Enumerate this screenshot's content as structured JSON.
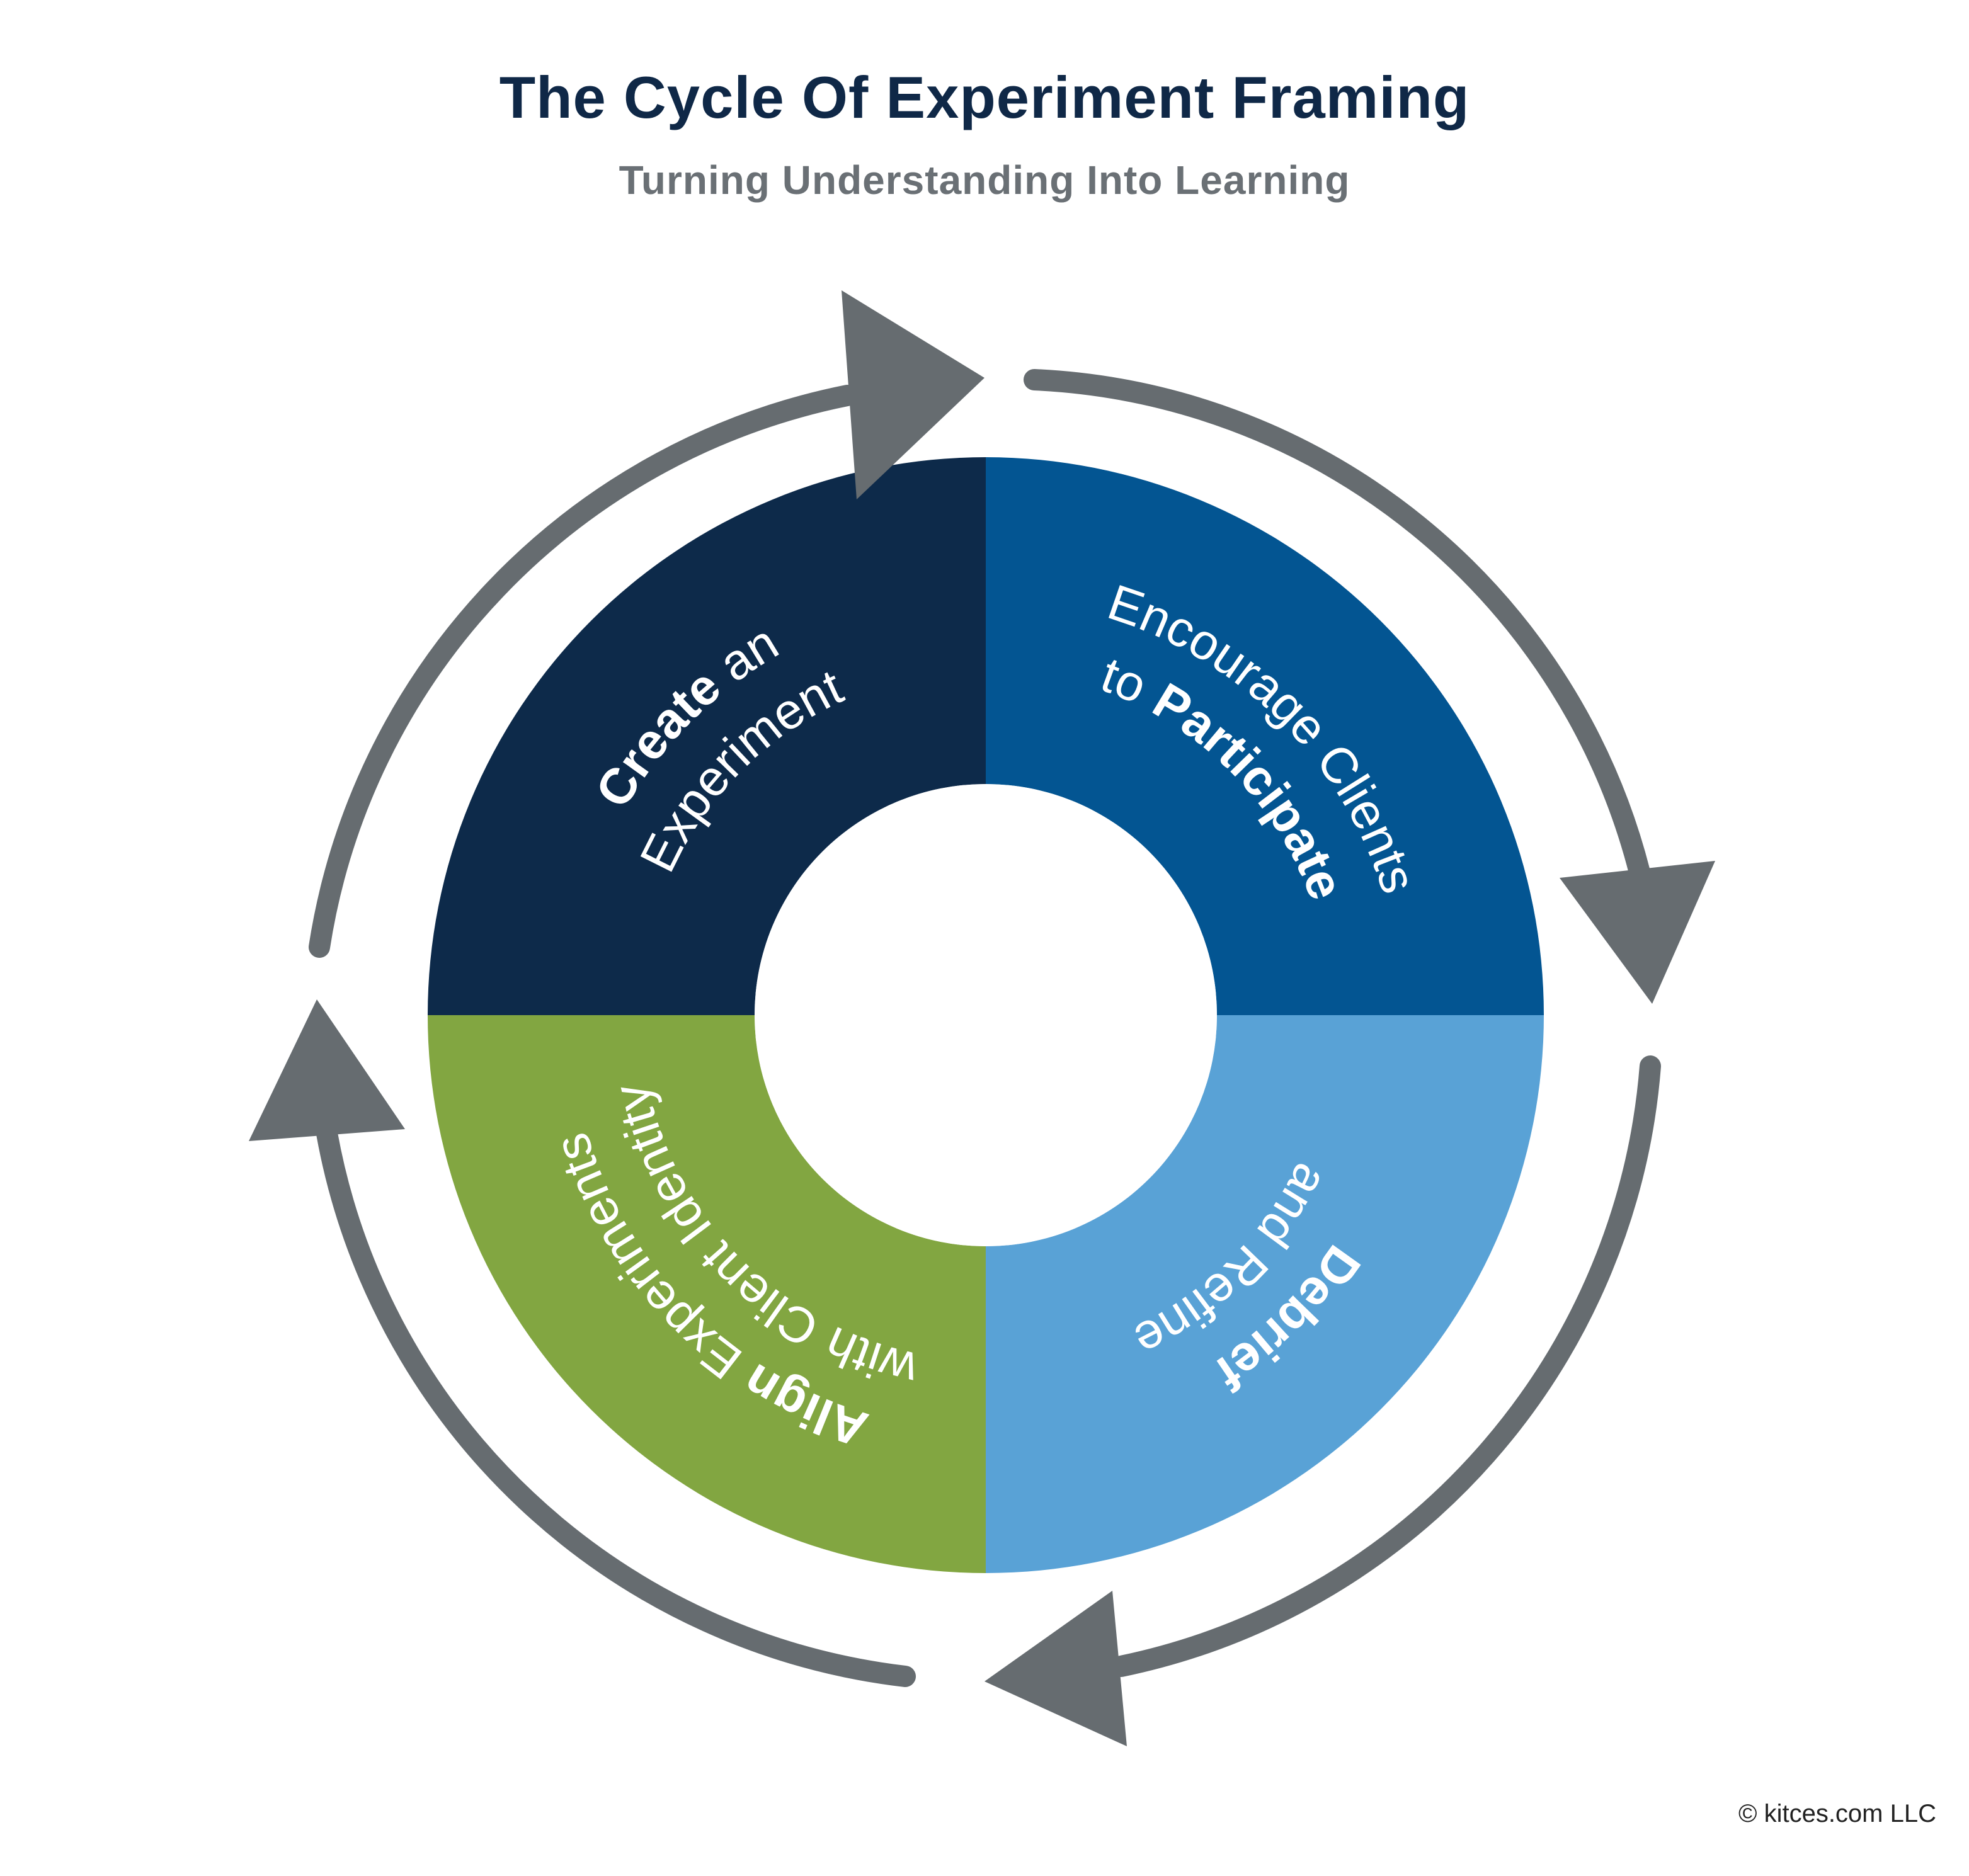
{
  "header": {
    "title": "The Cycle Of Experiment Framing",
    "subtitle": "Turning Understanding Into Learning"
  },
  "colors": {
    "title": "#0F2847",
    "subtitle": "#6A7075",
    "arrow": "#666C70",
    "center": "#FFFFFF"
  },
  "cycle": {
    "direction": "clockwise",
    "stages": [
      {
        "id": "create",
        "position": "top-left",
        "color": "#0D2A4A",
        "line1": [
          {
            "text": "Create",
            "bold": true
          },
          {
            "text": " an",
            "bold": false
          }
        ],
        "line2": [
          {
            "text": "Experiment",
            "bold": false
          }
        ]
      },
      {
        "id": "participate",
        "position": "top-right",
        "color": "#035592",
        "line1": [
          {
            "text": "Encourage Clients",
            "bold": false
          }
        ],
        "line2": [
          {
            "text": "to ",
            "bold": false
          },
          {
            "text": "Participate",
            "bold": true
          }
        ]
      },
      {
        "id": "debrief",
        "position": "bottom-right",
        "color": "#59A2D6",
        "line1": [
          {
            "text": "Debrief",
            "bold": true
          }
        ],
        "line2": [
          {
            "text": "and Refine",
            "bold": false
          }
        ]
      },
      {
        "id": "align",
        "position": "bottom-left",
        "color": "#82A641",
        "line1": [
          {
            "text": "Align",
            "bold": true
          },
          {
            "text": " Experiments",
            "bold": false
          }
        ],
        "line2": [
          {
            "text": "with Client Identity",
            "bold": false
          }
        ]
      }
    ],
    "arrows": [
      {
        "name": "arrow-to-participate",
        "icon": "curved-arrow-right"
      },
      {
        "name": "arrow-to-debrief",
        "icon": "curved-arrow-down"
      },
      {
        "name": "arrow-to-align",
        "icon": "curved-arrow-left"
      },
      {
        "name": "arrow-to-create",
        "icon": "curved-arrow-up"
      }
    ]
  },
  "footer": {
    "copyright": "© kitces.com LLC"
  }
}
